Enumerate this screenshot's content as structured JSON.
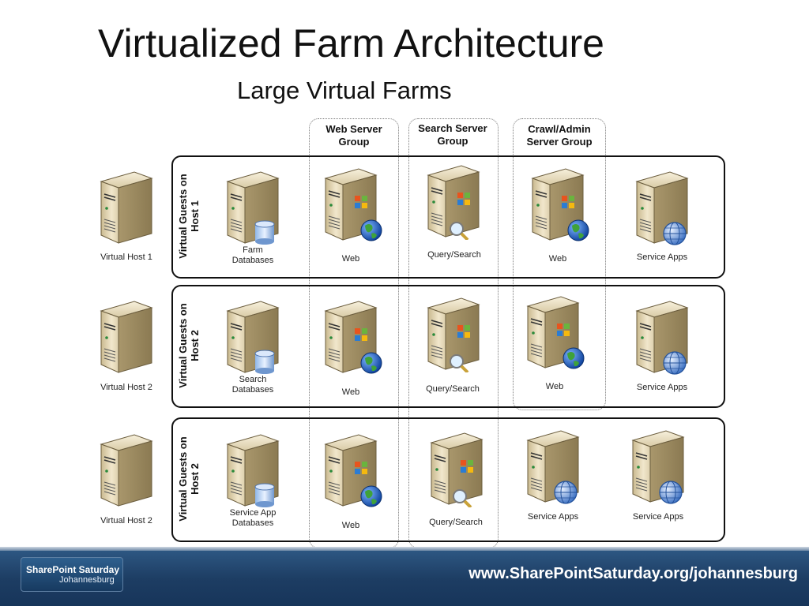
{
  "slide": {
    "title": "Virtualized Farm Architecture",
    "subtitle": "Large Virtual Farms"
  },
  "groups": [
    {
      "label": "Web Server Group"
    },
    {
      "label": "Search Server Group"
    },
    {
      "label": "Crawl/Admin Server Group"
    }
  ],
  "rows": [
    {
      "host_label": "Virtual Host 1",
      "guest_label": "Virtual Guests on Host 1",
      "db_label": "Farm Databases",
      "guests": [
        {
          "label": "Web",
          "icon": "web-server-icon"
        },
        {
          "label": "Query/Search",
          "icon": "search-server-icon"
        },
        {
          "label": "Web",
          "icon": "web-server-icon"
        },
        {
          "label": "Service Apps",
          "icon": "service-apps-server-icon"
        }
      ]
    },
    {
      "host_label": "Virtual Host 2",
      "guest_label": "Virtual Guests on Host 2",
      "db_label": "Search Databases",
      "guests": [
        {
          "label": "Web",
          "icon": "web-server-icon"
        },
        {
          "label": "Query/Search",
          "icon": "search-server-icon"
        },
        {
          "label": "Web",
          "icon": "web-server-icon"
        },
        {
          "label": "Service Apps",
          "icon": "service-apps-server-icon"
        }
      ]
    },
    {
      "host_label": "Virtual Host 2",
      "guest_label": "Virtual Guests on Host 2",
      "db_label": "Service App Databases",
      "guests": [
        {
          "label": "Web",
          "icon": "web-server-icon"
        },
        {
          "label": "Query/Search",
          "icon": "search-server-icon"
        },
        {
          "label": "Service Apps",
          "icon": "service-apps-server-icon"
        },
        {
          "label": "Service Apps",
          "icon": "service-apps-server-icon"
        }
      ]
    }
  ],
  "footer": {
    "logo_line1": "SharePoint Saturday",
    "logo_line2": "Johannesburg",
    "url": "www.SharePointSaturday.org/johannesburg"
  },
  "colors": {
    "footer_bg": "#1d3d63",
    "server_body": "#e4d8b8",
    "server_side": "#b9a77c"
  }
}
